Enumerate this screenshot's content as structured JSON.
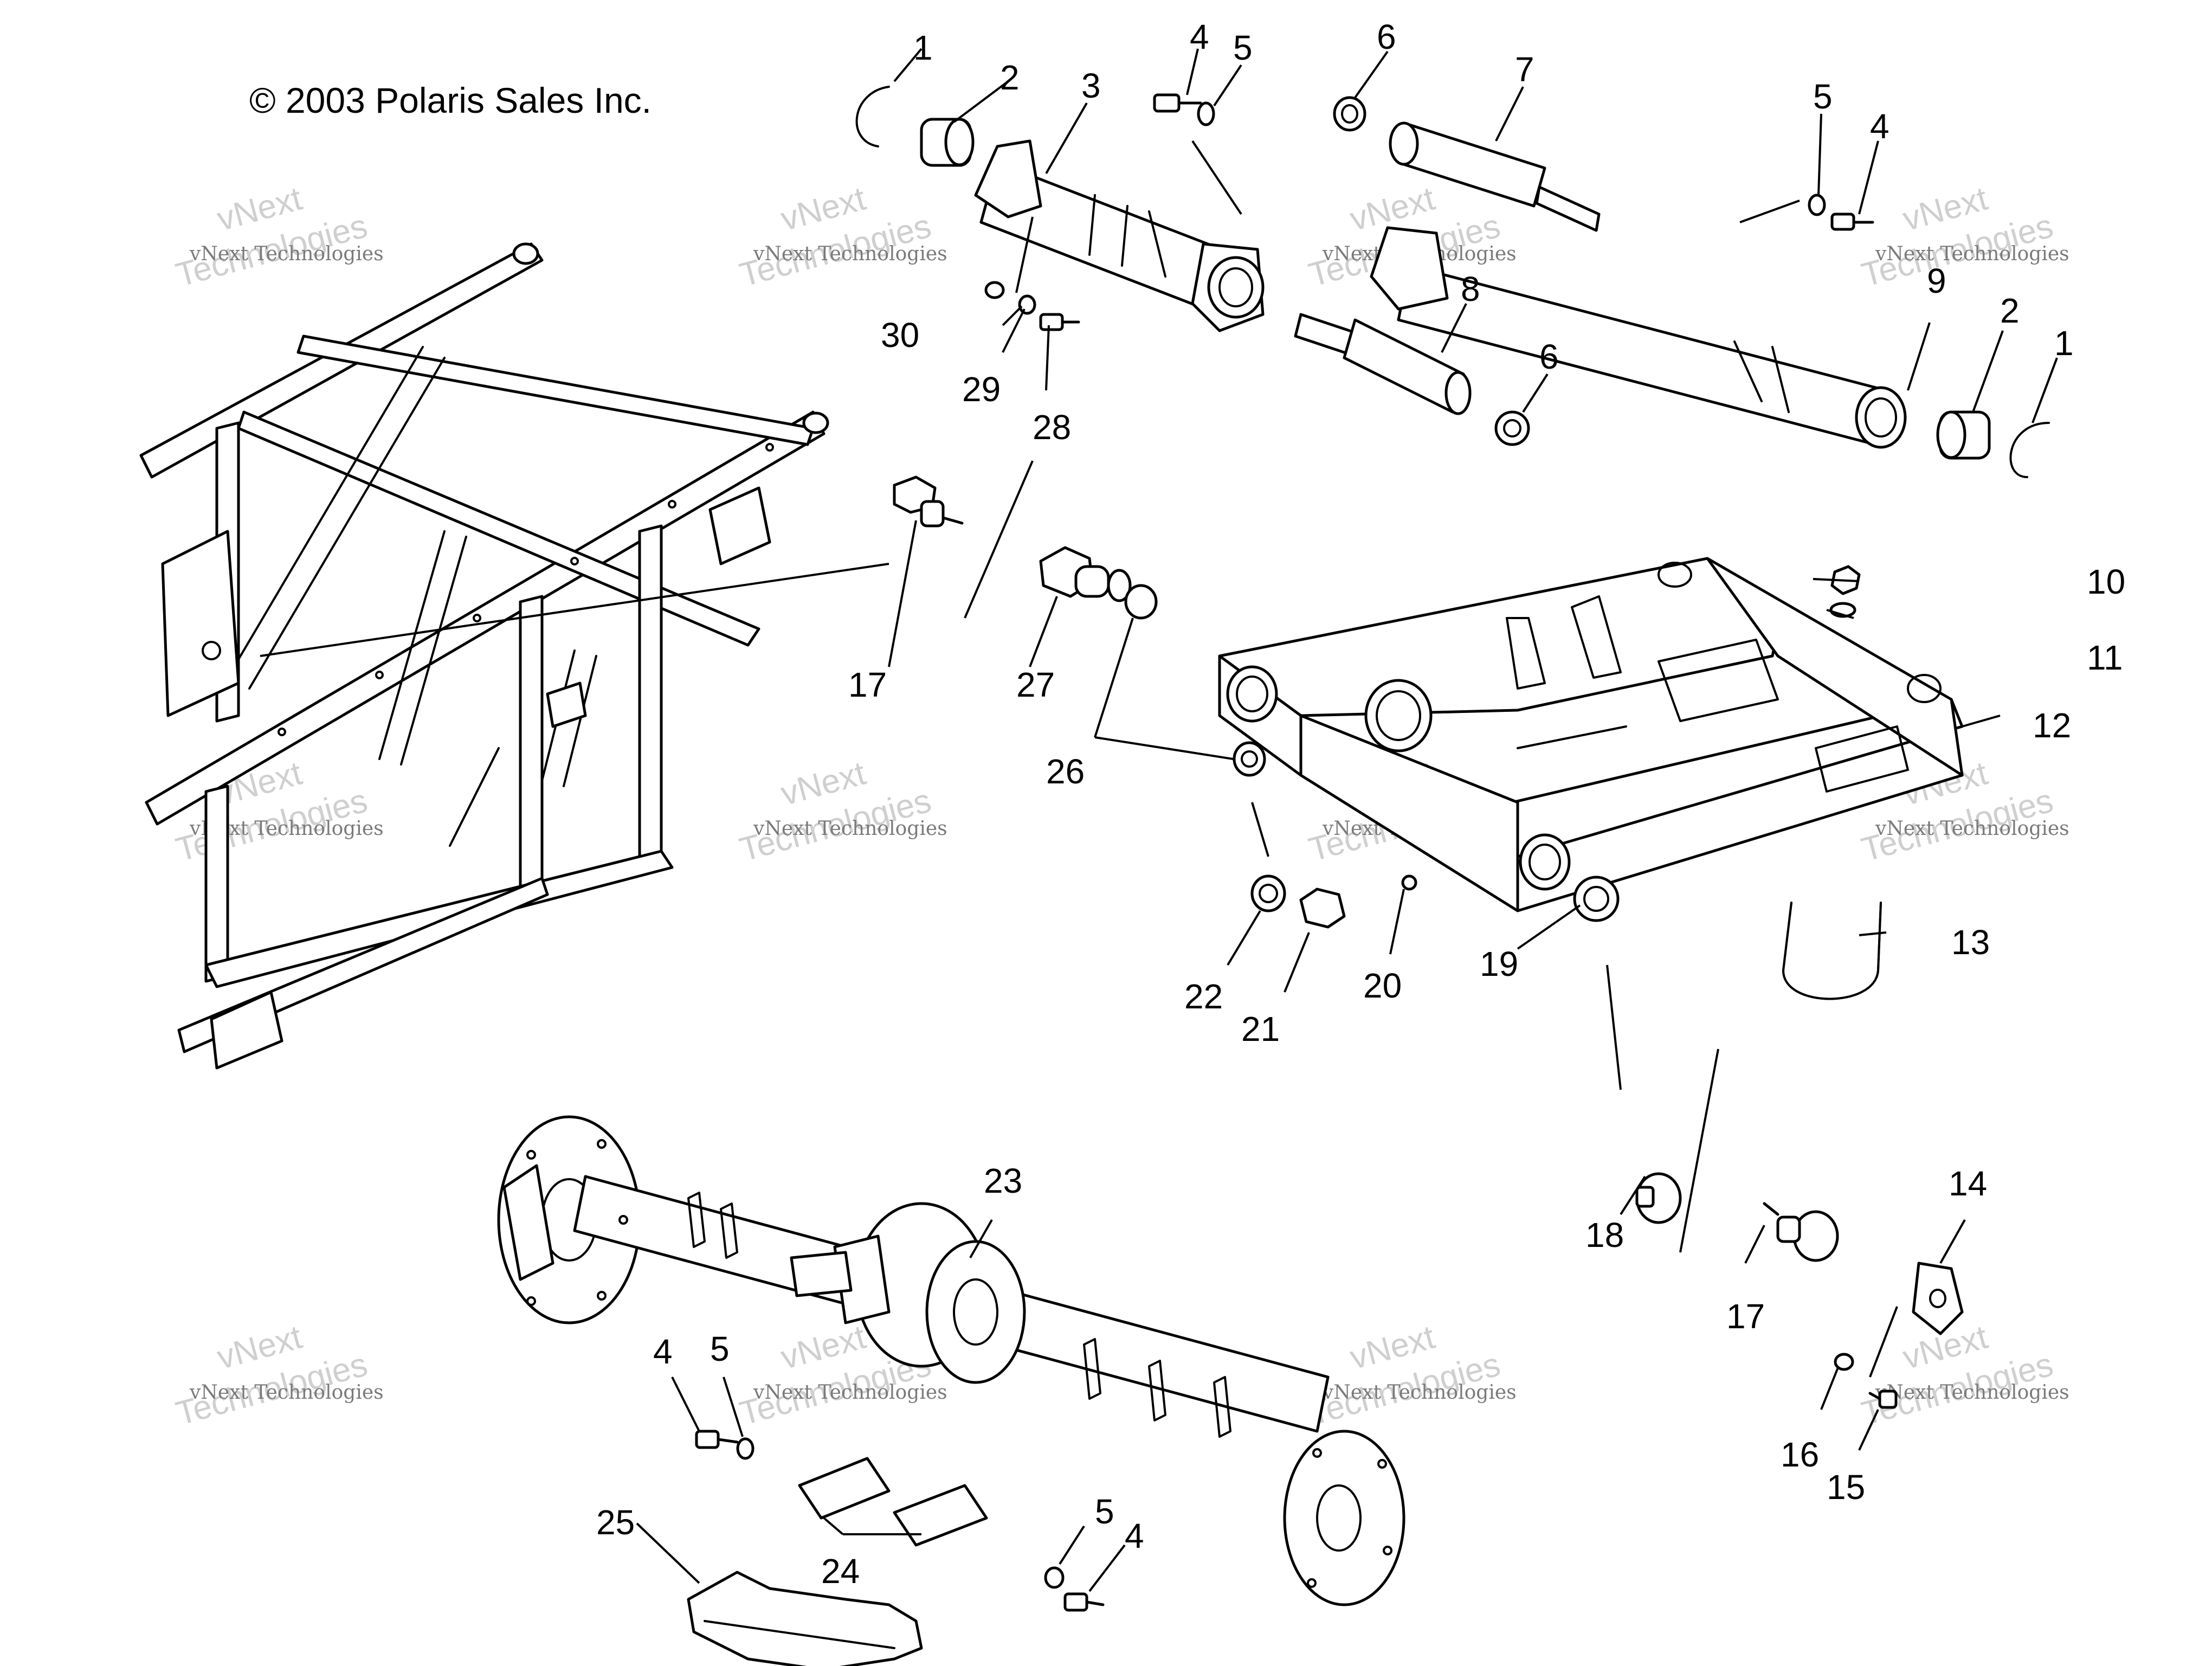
{
  "copyright": "© 2003 Polaris Sales Inc.",
  "watermark": {
    "company": "vNext Technologies",
    "line1": "vNext",
    "line2": "Technologies"
  },
  "callouts": {
    "c1": "1",
    "c2": "2",
    "c3": "3",
    "c4": "4",
    "c5": "5",
    "c6": "6",
    "c7": "7",
    "c8": "8",
    "c9": "9",
    "c10": "10",
    "c11": "11",
    "c12": "12",
    "c13": "13",
    "c14": "14",
    "c15": "15",
    "c16": "16",
    "c17": "17",
    "c18": "18",
    "c19": "19",
    "c20": "20",
    "c21": "21",
    "c22": "22",
    "c23": "23",
    "c24": "24",
    "c25": "25",
    "c26": "26",
    "c27": "27",
    "c28": "28",
    "c29": "29",
    "c30": "30"
  }
}
